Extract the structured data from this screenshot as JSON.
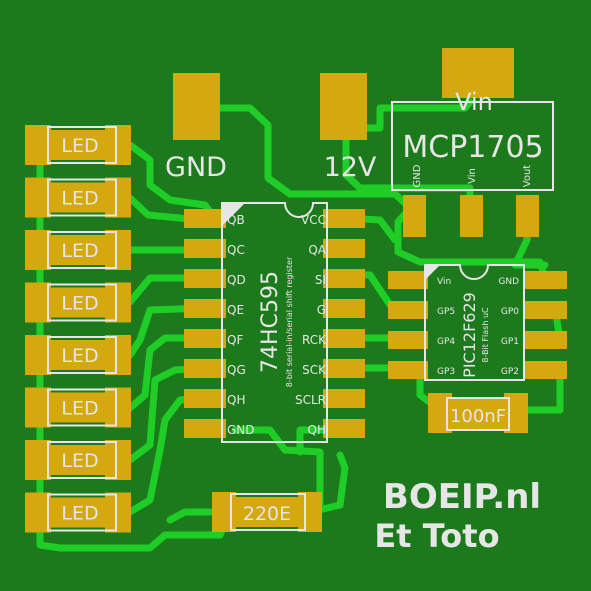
{
  "power": {
    "gnd_label": "GND",
    "v12_label": "12V",
    "vin_label": "Vin"
  },
  "regulator": {
    "name": "MCP1705",
    "pins": [
      "GND",
      "Vin",
      "Vout"
    ]
  },
  "shift_register": {
    "name": "74HC595",
    "description": "8-bit serial-in/serial shift register",
    "left_pins": [
      "QB",
      "QC",
      "QD",
      "QE",
      "QF",
      "QG",
      "QH",
      "GND"
    ],
    "right_pins": [
      "VCC",
      "QA",
      "SI",
      "G",
      "RCK",
      "SCK",
      "SCLR",
      "QH"
    ]
  },
  "mcu": {
    "name": "PIC12F629",
    "description": "8-Bit Flash uC",
    "left_pins": [
      "Vin",
      "GP5",
      "GP4",
      "GP3"
    ],
    "right_pins": [
      "GND",
      "GP0",
      "GP1",
      "GP2"
    ]
  },
  "leds": [
    "LED",
    "LED",
    "LED",
    "LED",
    "LED",
    "LED",
    "LED",
    "LED"
  ],
  "capacitor": "100nF",
  "resistor": "220E",
  "credits": {
    "line1": "BOEIP.nl",
    "line2": "Et Toto"
  },
  "colors": {
    "board": "#1c7a1c",
    "trace": "#1fcd27",
    "pad": "#d4a80f",
    "silkscreen": "#e6e6e6"
  }
}
